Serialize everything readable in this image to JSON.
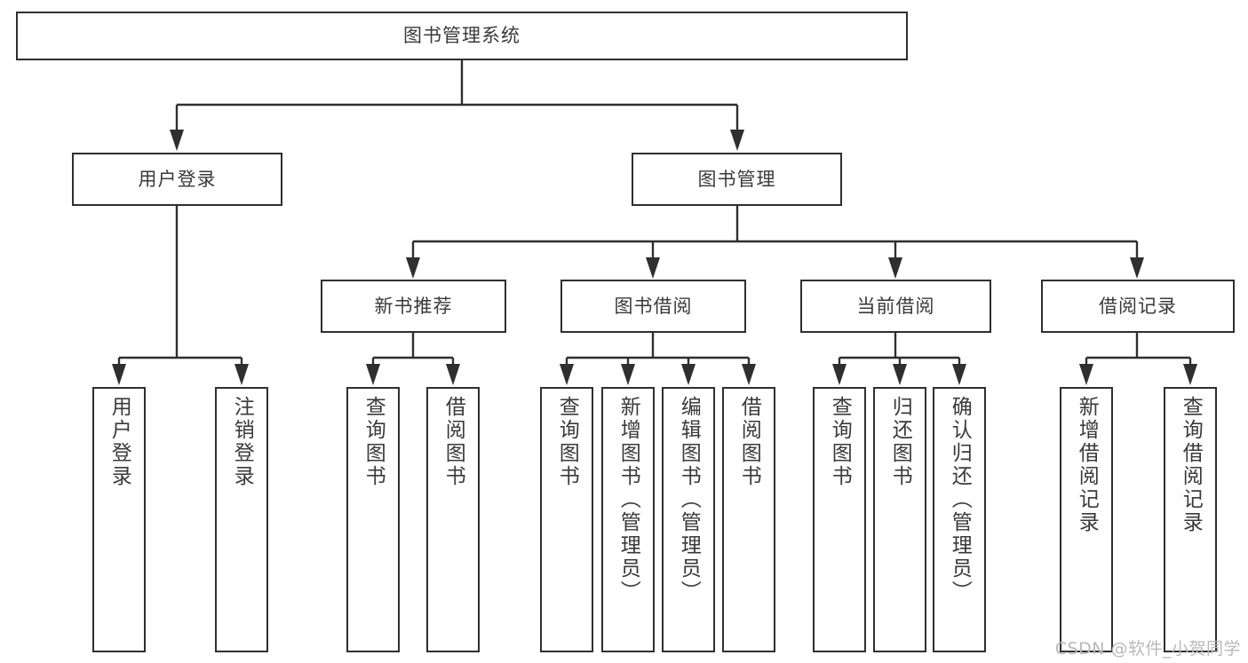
{
  "diagram": {
    "title": "图书管理系统",
    "type": "hierarchy-tree",
    "watermark": "CSDN @软件_小贺同学",
    "colors": {
      "background": "#ffffff",
      "box_border": "#2f2f2f",
      "box_fill": "#ffffff",
      "text": "#3a3a3a",
      "connector": "#2f2f2f",
      "watermark": "#b9b9b9"
    },
    "root": {
      "label": "图书管理系统"
    },
    "level2": [
      {
        "label": "用户登录"
      },
      {
        "label": "图书管理"
      }
    ],
    "level3": [
      {
        "label": "新书推荐"
      },
      {
        "label": "图书借阅"
      },
      {
        "label": "当前借阅"
      },
      {
        "label": "借阅记录"
      }
    ],
    "leaves": {
      "user_login": [
        {
          "label": "用户登录"
        },
        {
          "label": "注销登录"
        }
      ],
      "new_book_recommend": [
        {
          "label": "查询图书"
        },
        {
          "label": "借阅图书"
        }
      ],
      "book_borrow": [
        {
          "label": "查询图书"
        },
        {
          "label": "新增图书（管理员）"
        },
        {
          "label": "编辑图书（管理员）"
        },
        {
          "label": "借阅图书"
        }
      ],
      "current_borrow": [
        {
          "label": "查询图书"
        },
        {
          "label": "归还图书"
        },
        {
          "label": "确认归还（管理员）"
        }
      ],
      "borrow_record": [
        {
          "label": "新增借阅记录"
        },
        {
          "label": "查询借阅记录"
        }
      ]
    }
  }
}
